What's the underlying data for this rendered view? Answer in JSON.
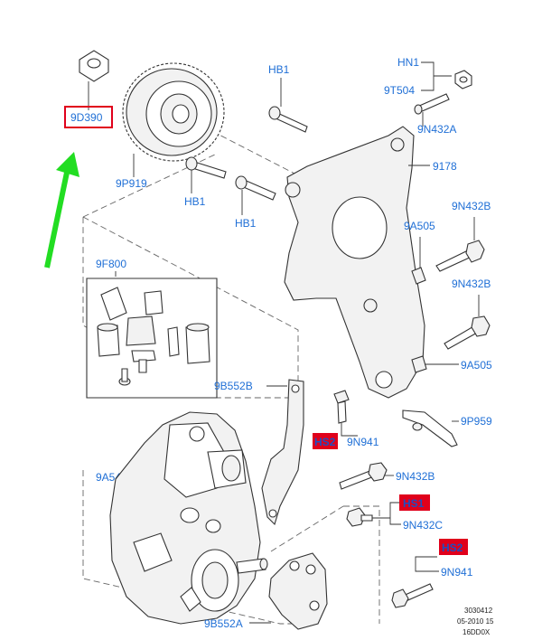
{
  "labels": {
    "p9D390": "9D390",
    "p9P919": "9P919",
    "hb1a": "HB1",
    "hb1b": "HB1",
    "hb1c": "HB1",
    "hn1": "HN1",
    "p9T504": "9T504",
    "p9N432A": "9N432A",
    "p9178": "9178",
    "p9N432B_1": "9N432B",
    "p9N432B_2": "9N432B",
    "p9N432B_3": "9N432B",
    "p9A505_1": "9A505",
    "p9A505_2": "9A505",
    "p9F800": "9F800",
    "p9B552B": "9B552B",
    "hs2a": "HS2",
    "p9N941a": "9N941",
    "p9P959": "9P959",
    "p9A543": "9A543",
    "hs1": "HS1",
    "p9N432C": "9N432C",
    "hs2b": "HS2",
    "p9N941b": "9N941",
    "p9B552A": "9B552A"
  },
  "reference": {
    "line1": "3030412",
    "line2": "05-2010 15",
    "line3": "16DD0X"
  },
  "colors": {
    "label_blue": "#1f6fd6",
    "highlight_red": "#e0001b",
    "arrow_green": "#22dd22"
  }
}
